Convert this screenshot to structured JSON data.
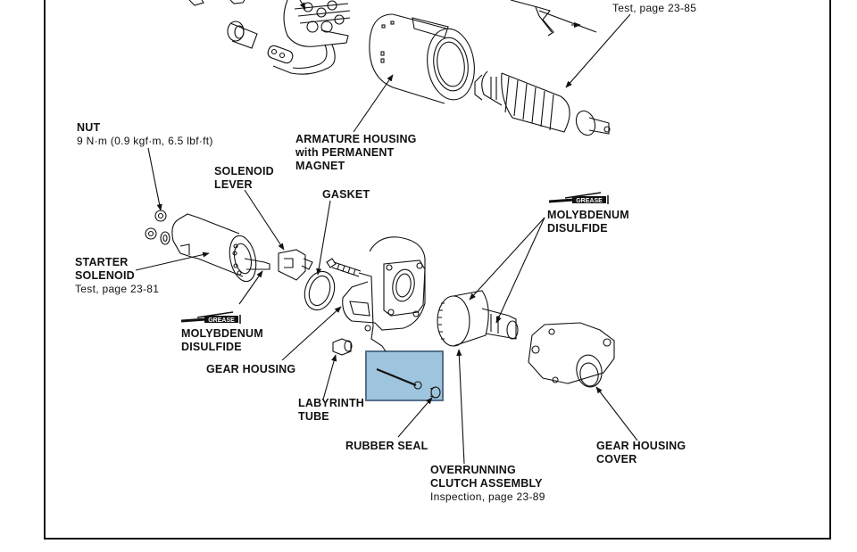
{
  "diagram": {
    "title": "Starter exploded view",
    "highlight_color": "#9fc4dd",
    "highlight_border_color": "#55708a",
    "labels": {
      "armature_test": {
        "note": "Test, page 23-85"
      },
      "nut": {
        "name": "NUT",
        "spec": "9 N·m (0.9 kgf·m, 6.5 lbf·ft)"
      },
      "armature_housing": {
        "line1": "ARMATURE HOUSING",
        "line2": "with PERMANENT",
        "line3": "MAGNET"
      },
      "solenoid_lever": {
        "line1": "SOLENOID",
        "line2": "LEVER"
      },
      "gasket": {
        "name": "GASKET"
      },
      "grease_right": {
        "badge": "GREASE",
        "line1": "MOLYBDENUM",
        "line2": "DISULFIDE"
      },
      "starter_solenoid": {
        "line1": "STARTER",
        "line2": "SOLENOID",
        "note": "Test, page 23-81"
      },
      "grease_left": {
        "badge": "GREASE",
        "line1": "MOLYBDENUM",
        "line2": "DISULFIDE"
      },
      "gear_housing": {
        "name": "GEAR HOUSING"
      },
      "labyrinth_tube": {
        "line1": "LABYRINTH",
        "line2": "TUBE"
      },
      "rubber_seal": {
        "name": "RUBBER SEAL"
      },
      "gear_housing_cover": {
        "line1": "GEAR HOUSING",
        "line2": "COVER"
      },
      "overrunning_clutch": {
        "line1": "OVERRUNNING",
        "line2": "CLUTCH ASSEMBLY",
        "note": "Inspection, page 23-89"
      }
    }
  }
}
